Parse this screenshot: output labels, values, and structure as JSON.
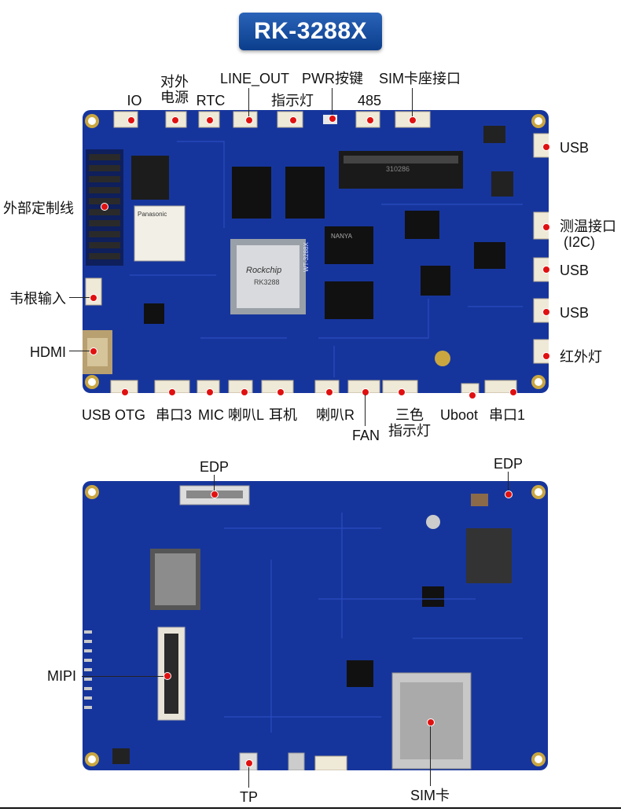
{
  "title": "RK-3288X",
  "top_board": {
    "labels_top": [
      "IO",
      "对外\n电源",
      "RTC",
      "LINE_OUT\n指示灯",
      "PWR按键",
      "485",
      "SIM卡座接口"
    ],
    "labels_right": [
      "USB",
      "测温接口\n(I2C)",
      "USB",
      "USB",
      "红外灯"
    ],
    "labels_left": [
      "外部定制线",
      "韦根输入",
      "HDMI"
    ],
    "labels_bottom": [
      "USB OTG",
      "串口3",
      "MIC",
      "喇叭L",
      "耳机",
      "喇叭R",
      "FAN",
      "三色\n指示灯",
      "Uboot",
      "串口1"
    ],
    "chip_text": [
      "Rockchip",
      "RK3288"
    ],
    "silk_text": [
      "WT-3288X",
      "Panasonic",
      "NANYA",
      "310286"
    ]
  },
  "bottom_board": {
    "labels": [
      "EDP",
      "EDP",
      "MIPI",
      "TP",
      "SIM卡"
    ]
  },
  "colors": {
    "title_bg": "#0b3e8c",
    "pcb": "#16359c",
    "marker": "#e01010"
  }
}
